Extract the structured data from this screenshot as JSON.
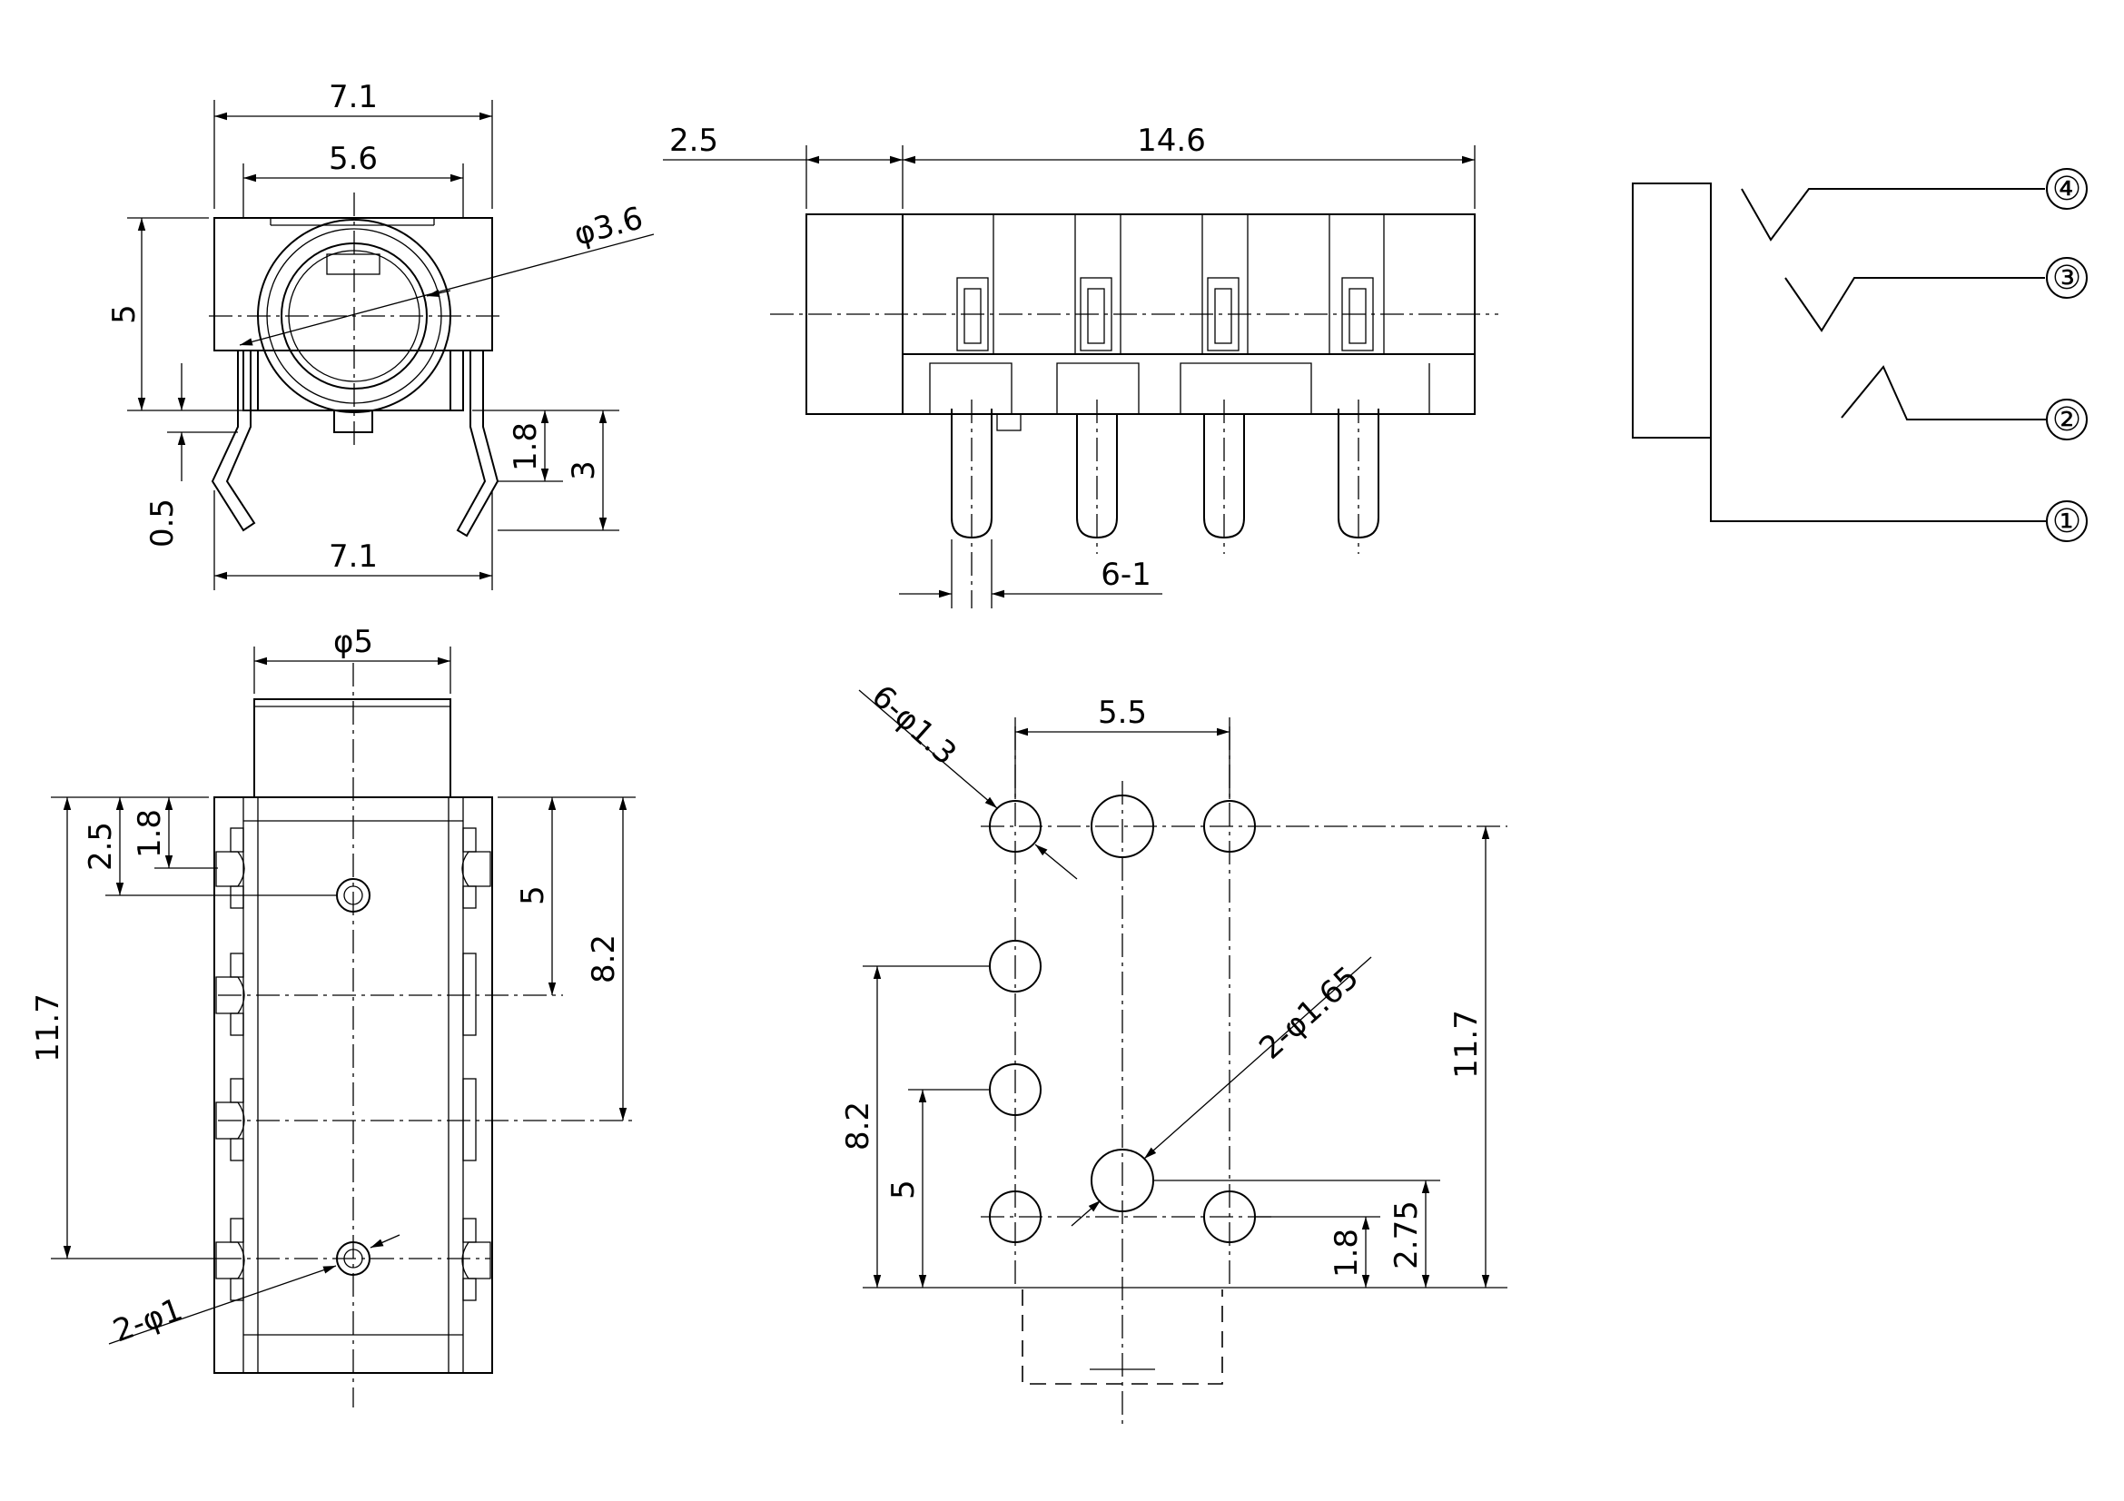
{
  "dimensions": {
    "front_view": {
      "overall_width_top": "7.1",
      "inner_width": "5.6",
      "bore_diameter": "φ3.6",
      "height": "5",
      "pin_offset": "0.5",
      "pin_length": "1.8",
      "pin_total": "3",
      "overall_width_bottom": "7.1"
    },
    "side_view": {
      "nose_length": "2.5",
      "body_length": "14.6",
      "pin_count_label": "6-1"
    },
    "top_view": {
      "nose_diameter": "φ5",
      "offset_a": "2.5",
      "offset_b": "1.8",
      "total_length": "11.7",
      "pitch_a": "5",
      "pitch_b": "8.2",
      "post_holes": "2-φ1"
    },
    "pcb_layout": {
      "hole_spacing": "5.5",
      "pad_holes": "6-φ1.3",
      "post_holes": "2-φ1.65",
      "total_length": "11.7",
      "pitch_b": "8.2",
      "pitch_a": "5",
      "offset_a": "2.75",
      "offset_b": "1.8"
    }
  },
  "schematic": {
    "pins": [
      "④",
      "③",
      "②",
      "①"
    ]
  }
}
